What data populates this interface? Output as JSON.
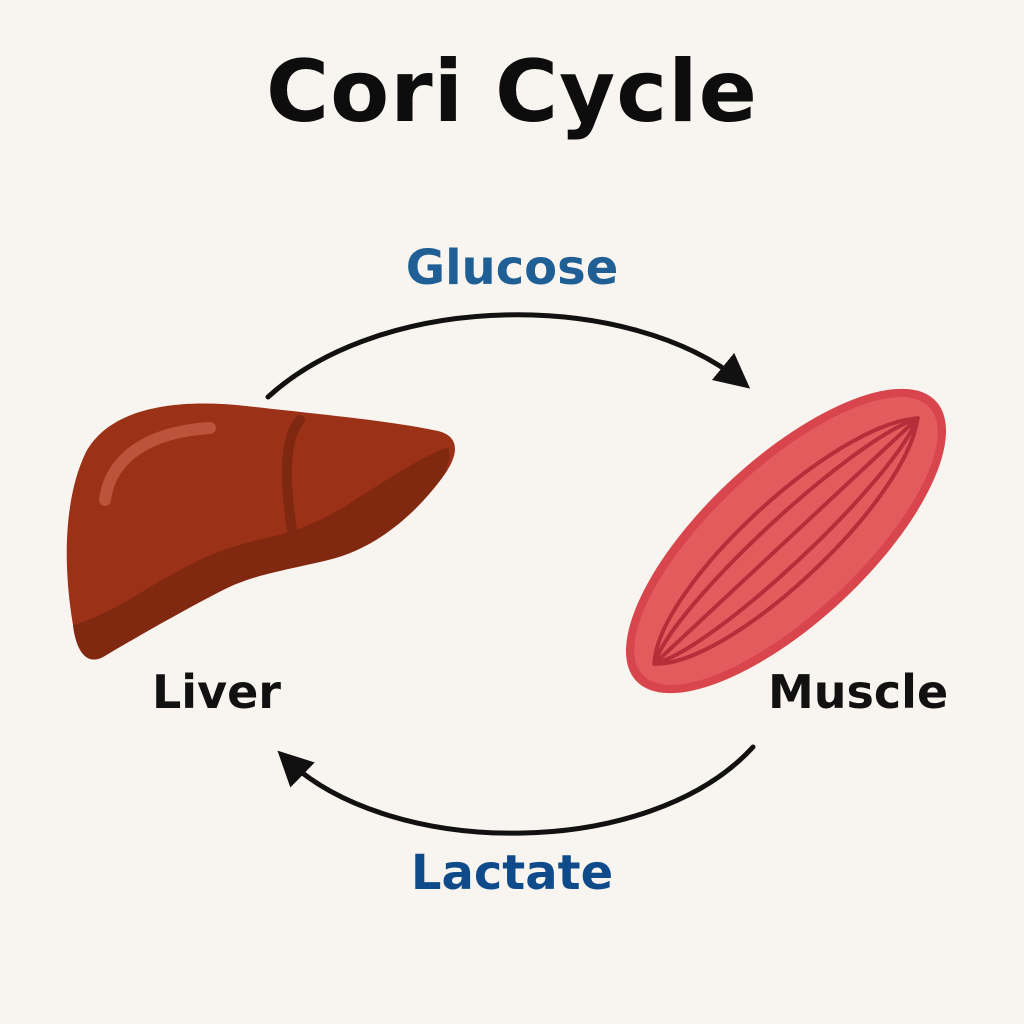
{
  "title": "Cori Cycle",
  "arrows": {
    "top_label": "Glucose",
    "bottom_label": "Lactate"
  },
  "organs": {
    "liver": {
      "label": "Liver",
      "icon": "liver-icon"
    },
    "muscle": {
      "label": "Muscle",
      "icon": "muscle-icon"
    }
  },
  "colors": {
    "background": "#f8f4ef",
    "glucose_text": "#1f5f95",
    "lactate_text": "#0f4b8a",
    "liver": "#9b3218",
    "muscle": "#d9454c"
  }
}
